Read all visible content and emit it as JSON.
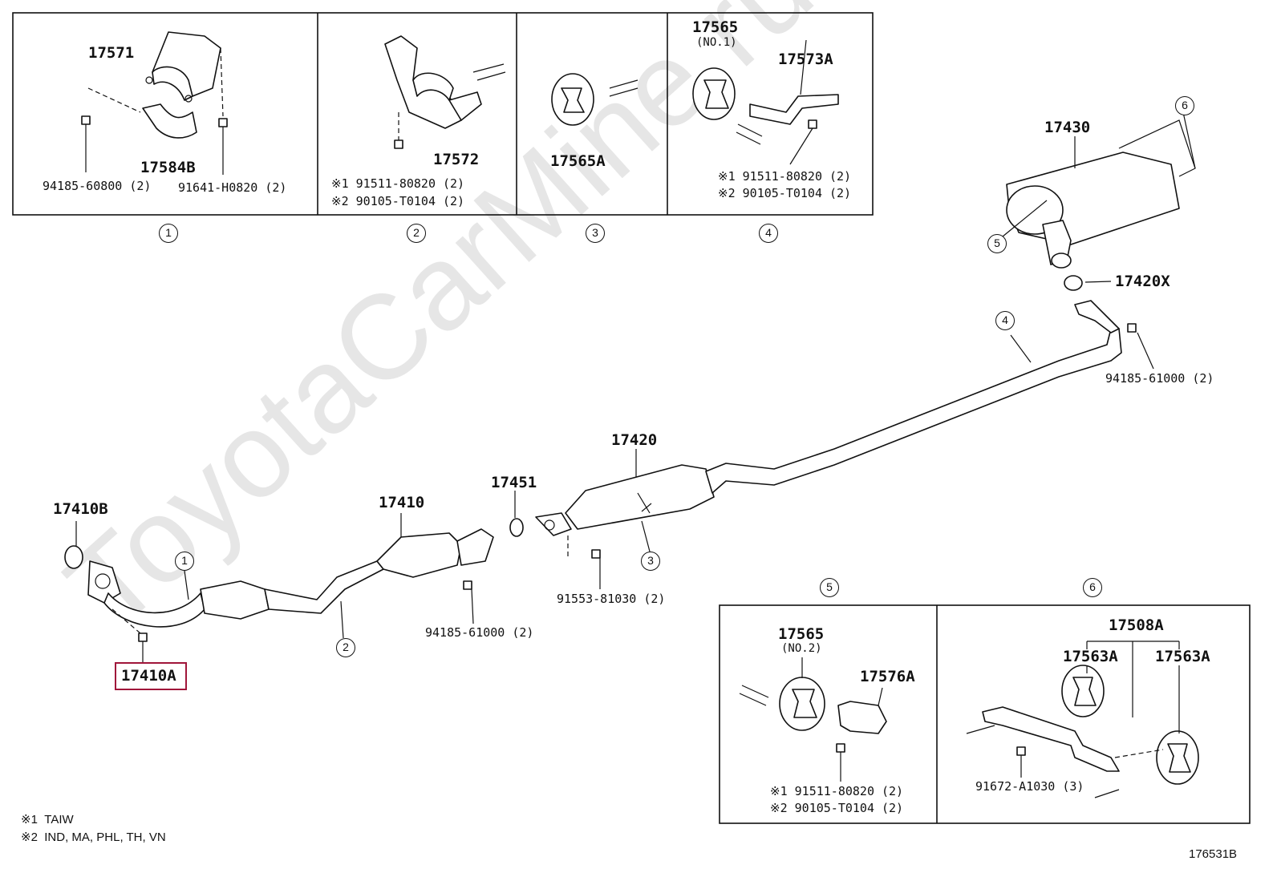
{
  "watermark": "ToyotaCarMine.ru",
  "diagram_id": "176531B",
  "highlight_color": "#a0163a",
  "boxes": {
    "box1": {
      "number": "1",
      "parts": [
        {
          "label": "17571"
        },
        {
          "label": "17584B"
        },
        {
          "label": "94185-60800",
          "qty": "(2)"
        },
        {
          "label": "91641-H0820",
          "qty": "(2)"
        }
      ]
    },
    "box2": {
      "number": "2",
      "parts": [
        {
          "label": "17572"
        },
        {
          "label": "※1 91511-80820",
          "qty": "(2)"
        },
        {
          "label": "※2 90105-T0104",
          "qty": "(2)"
        }
      ]
    },
    "box3": {
      "number": "3",
      "parts": [
        {
          "label": "17565A"
        }
      ]
    },
    "box4": {
      "number": "4",
      "parts": [
        {
          "label": "17565",
          "sub": "(NO.1)"
        },
        {
          "label": "17573A"
        },
        {
          "label": "※1 91511-80820",
          "qty": "(2)"
        },
        {
          "label": "※2 90105-T0104",
          "qty": "(2)"
        }
      ]
    },
    "box5": {
      "number": "5",
      "parts": [
        {
          "label": "17565",
          "sub": "(NO.2)"
        },
        {
          "label": "17576A"
        },
        {
          "label": "※1 91511-80820",
          "qty": "(2)"
        },
        {
          "label": "※2 90105-T0104",
          "qty": "(2)"
        }
      ]
    },
    "box6": {
      "number": "6",
      "parts": [
        {
          "label": "17508A"
        },
        {
          "label": "17563A"
        },
        {
          "label": "17563A"
        },
        {
          "label": "91672-A1030",
          "qty": "(3)"
        }
      ]
    }
  },
  "main": {
    "parts": [
      {
        "label": "17430"
      },
      {
        "label": "17420X"
      },
      {
        "label": "94185-61000",
        "qty": "(2)"
      },
      {
        "label": "17420"
      },
      {
        "label": "17451"
      },
      {
        "label": "91553-81030",
        "qty": "(2)"
      },
      {
        "label": "17410"
      },
      {
        "label": "94185-61000",
        "qty": "(2)"
      },
      {
        "label": "17410B"
      },
      {
        "label": "17410A",
        "highlighted": true
      }
    ],
    "callouts": [
      "1",
      "2",
      "3",
      "4",
      "5",
      "6"
    ]
  },
  "notes": [
    {
      "mark": "※1",
      "text": "TAIW"
    },
    {
      "mark": "※2",
      "text": "IND, MA, PHL, TH, VN"
    }
  ]
}
